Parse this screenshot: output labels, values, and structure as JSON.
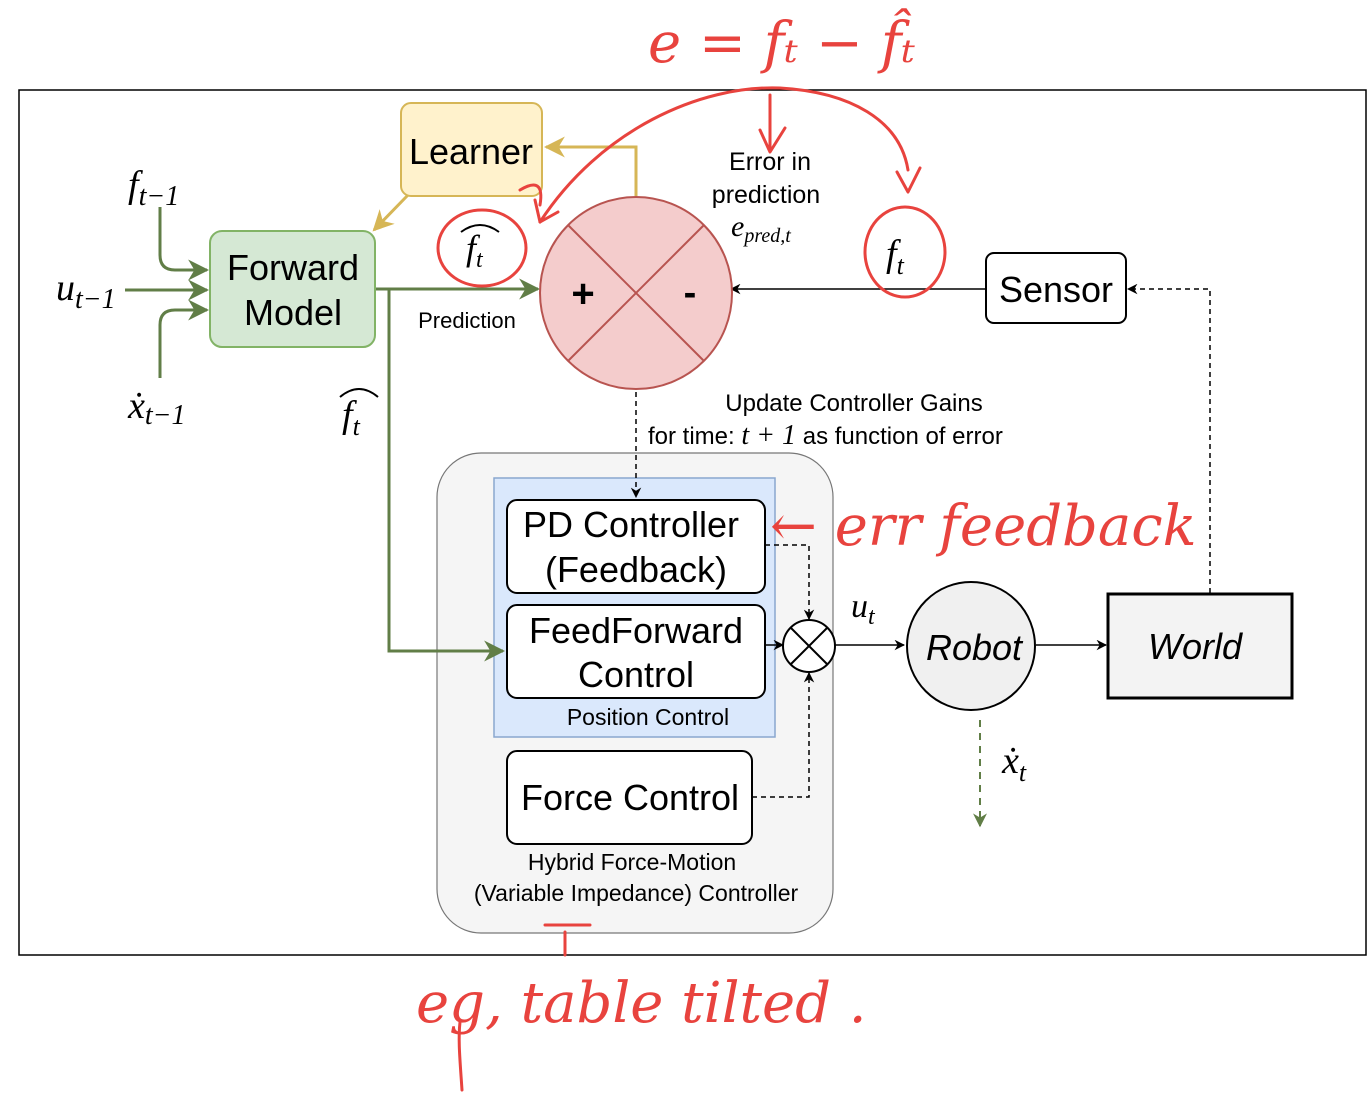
{
  "nodes": {
    "learner": "Learner",
    "forward_model": [
      "Forward",
      "Model"
    ],
    "sensor": "Sensor",
    "robot": "Robot",
    "world": "World",
    "pd_controller": [
      "PD Controller",
      "(Feedback)"
    ],
    "feedforward": [
      "FeedForward",
      "Control"
    ],
    "force_control": "Force Control",
    "position_control_label": "Position Control",
    "hybrid_label": [
      "Hybrid Force-Motion",
      "(Variable Impedance) Controller"
    ],
    "sum_plus": "+",
    "sum_minus": "-"
  },
  "labels": {
    "prediction": "Prediction",
    "error_text": [
      "Error in",
      "prediction"
    ],
    "error_symbol": {
      "base": "e",
      "sub": "pred,t"
    },
    "update_gains": [
      "Update Controller Gains",
      "for time: ",
      " as function of error"
    ],
    "update_time": "t + 1"
  },
  "math": {
    "f_prev": {
      "base": "f",
      "sub": "t−1"
    },
    "u_prev": {
      "base": "u",
      "sub": "t−1"
    },
    "xdot_prev": {
      "base": "ẋ",
      "sub": "t−1"
    },
    "f_hat_out": {
      "base": "f",
      "sub": "t"
    },
    "f_hat_pred": {
      "base": "f",
      "sub": "t"
    },
    "f_meas": {
      "base": "f",
      "sub": "t"
    },
    "u_t": {
      "base": "u",
      "sub": "t"
    },
    "xdot_t": {
      "base": "ẋ",
      "sub": "t"
    }
  },
  "annotations": {
    "error_eq": "e = fₜ − f̂ₜ",
    "err_feedback": "← err feedback",
    "table_tilted": "eg, table tilted ."
  },
  "colors": {
    "green": "#617e47",
    "green_fill": "#d5e8d4",
    "learner_fill": "#fff2cc",
    "learner_stroke": "#d6b656",
    "sum_fill": "#f4cccc",
    "sum_stroke": "#b85450",
    "error_red": "#b02a22",
    "annotation_red": "#e8433e",
    "position_fill": "#dae8fc",
    "position_stroke": "#8aa7cf",
    "hybrid_fill": "#f5f5f5"
  }
}
